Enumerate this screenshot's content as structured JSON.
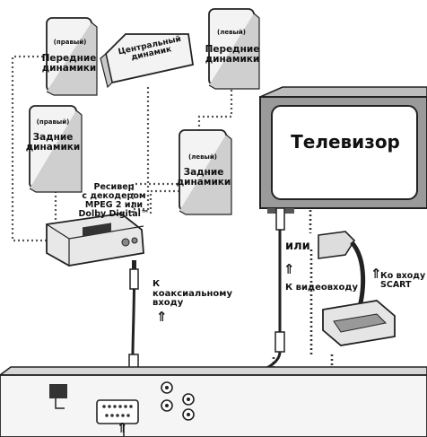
{
  "speakers": {
    "front_right": {
      "side": "(правый)",
      "name": "Передние\nдинамики"
    },
    "center": {
      "name": "Центральный\nдинамик"
    },
    "front_left": {
      "side": "(левый)",
      "name": "Передние\nдинамики"
    },
    "rear_right": {
      "side": "(правый)",
      "name": "Задние\nдинамики"
    },
    "rear_left": {
      "side": "(левый)",
      "name": "Задние\nдинамики"
    }
  },
  "receiver": {
    "label": "Ресивер\nс декодером\nMPEG 2 или\nDolby Digital™"
  },
  "tv": {
    "label": "Телевизор"
  },
  "labels": {
    "coaxial": "К\nкоаксиальному\nвходу",
    "or": "или",
    "video_in": "К видеовходу",
    "scart": "Ко входу\nSCART"
  },
  "arrow_glyph": "⇑"
}
